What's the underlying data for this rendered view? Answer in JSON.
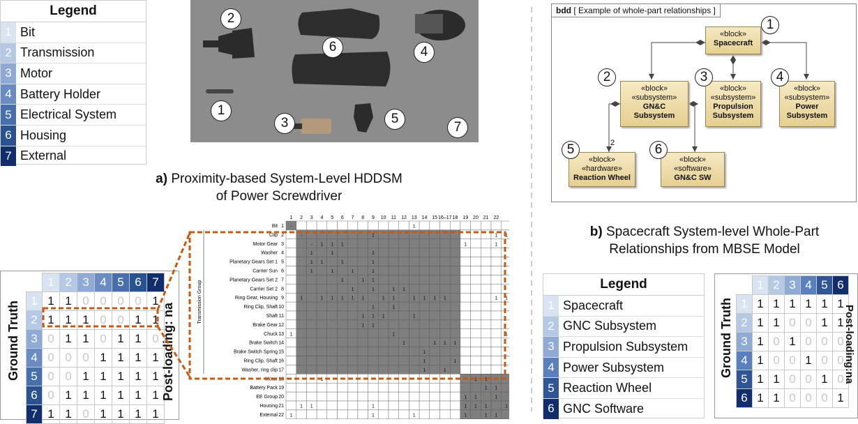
{
  "legend_a": {
    "title": "Legend",
    "items": [
      {
        "num": "1",
        "label": "Bit",
        "color": "#d9e4f3"
      },
      {
        "num": "2",
        "label": "Transmission",
        "color": "#b5c9e6"
      },
      {
        "num": "3",
        "label": "Motor",
        "color": "#8eaad5"
      },
      {
        "num": "4",
        "label": "Battery Holder",
        "color": "#6a8cc2"
      },
      {
        "num": "5",
        "label": "Electrical System",
        "color": "#476fac"
      },
      {
        "num": "6",
        "label": "Housing",
        "color": "#2a5190"
      },
      {
        "num": "7",
        "label": "External",
        "color": "#112d6b"
      }
    ]
  },
  "photo_markers": [
    "1",
    "2",
    "3",
    "4",
    "5",
    "6",
    "7"
  ],
  "caption_a": {
    "prefix": "a)",
    "line1": " Proximity-based System-Level HDDSM",
    "line2": "of Power Screwdriver"
  },
  "caption_b": {
    "prefix": "b)",
    "line1": " Spacecraft System-level Whole-Part",
    "line2": "Relationships from MBSE Model"
  },
  "matrix_a": {
    "left_label": "Ground Truth",
    "right_label": "Post-loading: na",
    "headers": [
      "1",
      "2",
      "3",
      "4",
      "5",
      "6",
      "7"
    ],
    "rows": [
      [
        "1",
        "1",
        "0",
        "0",
        "0",
        "0",
        "1"
      ],
      [
        "1",
        "1",
        "1",
        "0",
        "0",
        "1",
        "1"
      ],
      [
        "0",
        "1",
        "1",
        "0",
        "1",
        "1",
        "0"
      ],
      [
        "0",
        "0",
        "0",
        "1",
        "1",
        "1",
        "1"
      ],
      [
        "0",
        "0",
        "1",
        "1",
        "1",
        "1",
        "1"
      ],
      [
        "0",
        "1",
        "1",
        "1",
        "1",
        "1",
        "1"
      ],
      [
        "1",
        "1",
        "0",
        "1",
        "1",
        "1",
        "1"
      ]
    ]
  },
  "legend_b": {
    "title": "Legend",
    "items": [
      {
        "num": "1",
        "label": "Spacecraft",
        "color": "#d9e4f3"
      },
      {
        "num": "2",
        "label": "GNC Subsystem",
        "color": "#b5c9e6"
      },
      {
        "num": "3",
        "label": "Propulsion Subsystem",
        "color": "#8eaad5"
      },
      {
        "num": "4",
        "label": "Power Subsystem",
        "color": "#5a7fbd"
      },
      {
        "num": "5",
        "label": "Reaction Wheel",
        "color": "#2f5596"
      },
      {
        "num": "6",
        "label": "GNC Software",
        "color": "#112d6b"
      }
    ]
  },
  "matrix_b": {
    "left_label": "Ground Truth",
    "right_label": "Post-loading:na",
    "headers": [
      "1",
      "2",
      "3",
      "4",
      "5",
      "6"
    ],
    "rows": [
      [
        "1",
        "1",
        "1",
        "1",
        "1",
        "1"
      ],
      [
        "1",
        "1",
        "0",
        "0",
        "1",
        "1"
      ],
      [
        "1",
        "0",
        "1",
        "0",
        "0",
        "0"
      ],
      [
        "1",
        "0",
        "0",
        "1",
        "0",
        "0"
      ],
      [
        "1",
        "1",
        "0",
        "0",
        "1",
        "0"
      ],
      [
        "1",
        "1",
        "0",
        "0",
        "0",
        "1"
      ]
    ]
  },
  "bdd": {
    "header_kw": "bdd",
    "header_title": "[ Example of whole-part relationships ]",
    "blocks": [
      {
        "id": "1",
        "stereo": [
          "«block»"
        ],
        "name": [
          "Spacecraft"
        ]
      },
      {
        "id": "2",
        "stereo": [
          "«block»",
          "«subsystem»"
        ],
        "name": [
          "GN&C",
          "Subsystem"
        ]
      },
      {
        "id": "3",
        "stereo": [
          "«block»",
          "«subsystem»"
        ],
        "name": [
          "Propulsion",
          "Subsystem"
        ]
      },
      {
        "id": "4",
        "stereo": [
          "«block»",
          "«subsystem»"
        ],
        "name": [
          "Power",
          "Subsystem"
        ]
      },
      {
        "id": "5",
        "stereo": [
          "«block»",
          "«hardware»"
        ],
        "name": [
          "Reaction Wheel"
        ]
      },
      {
        "id": "6",
        "stereo": [
          "«block»",
          "«software»"
        ],
        "name": [
          "GN&C SW"
        ]
      }
    ],
    "multiplicity": "2"
  },
  "dsm": {
    "group_label": "Transmission Group",
    "col_headers": [
      "1",
      "2",
      "3",
      "4",
      "5",
      "6",
      "7",
      "8",
      "9",
      "10",
      "11",
      "12",
      "13",
      "14",
      "15",
      "16–17",
      "18",
      "19",
      "20",
      "21",
      "22"
    ],
    "rows": [
      {
        "label": "Bit",
        "n": "1"
      },
      {
        "label": "Clip",
        "n": "2"
      },
      {
        "label": "Motor Gear",
        "n": "3"
      },
      {
        "label": "Washer",
        "n": "4"
      },
      {
        "label": "Planetary Gears Set 1",
        "n": "5"
      },
      {
        "label": "Carrier Sun",
        "n": "6"
      },
      {
        "label": "Planetary Gears Set 2",
        "n": "7"
      },
      {
        "label": "Carrier Set 2",
        "n": "8"
      },
      {
        "label": "Ring Gear, Housing",
        "n": "9"
      },
      {
        "label": "Ring Clip, Shaft",
        "n": "10"
      },
      {
        "label": "Shaft",
        "n": "11"
      },
      {
        "label": "Brake Gear",
        "n": "12"
      },
      {
        "label": "Chuck",
        "n": "13"
      },
      {
        "label": "Brake Switch",
        "n": "14"
      },
      {
        "label": "Brake Switch Spring",
        "n": "15"
      },
      {
        "label": "Ring Clip, Shaft",
        "n": "16"
      },
      {
        "label": "Washer, ring clip",
        "n": "17"
      },
      {
        "label": "Motor",
        "n": "18"
      },
      {
        "label": "Battery Pack",
        "n": "19"
      },
      {
        "label": "EE Group",
        "n": "20"
      },
      {
        "label": "Housing",
        "n": "21"
      },
      {
        "label": "External",
        "n": "22"
      }
    ],
    "cells": [
      [
        1,
        13,
        "1"
      ],
      [
        1,
        1,
        "-"
      ],
      [
        2,
        2,
        "-"
      ],
      [
        2,
        9,
        "1"
      ],
      [
        2,
        21,
        "1"
      ],
      [
        2,
        22,
        "1"
      ],
      [
        3,
        3,
        "-"
      ],
      [
        3,
        4,
        "1"
      ],
      [
        3,
        5,
        "1"
      ],
      [
        3,
        6,
        "1"
      ],
      [
        3,
        18,
        "1"
      ],
      [
        3,
        21,
        "1"
      ],
      [
        4,
        3,
        "1"
      ],
      [
        4,
        5,
        "1"
      ],
      [
        4,
        9,
        "1"
      ],
      [
        5,
        3,
        "1"
      ],
      [
        5,
        4,
        "1"
      ],
      [
        5,
        6,
        "1"
      ],
      [
        5,
        9,
        "1"
      ],
      [
        6,
        3,
        "1"
      ],
      [
        6,
        5,
        "1"
      ],
      [
        6,
        7,
        "1"
      ],
      [
        6,
        9,
        "1"
      ],
      [
        7,
        6,
        "1"
      ],
      [
        7,
        8,
        "1"
      ],
      [
        7,
        9,
        "1"
      ],
      [
        8,
        7,
        "1"
      ],
      [
        8,
        9,
        "1"
      ],
      [
        8,
        11,
        "1"
      ],
      [
        8,
        12,
        "1"
      ],
      [
        9,
        2,
        "1"
      ],
      [
        9,
        4,
        "1"
      ],
      [
        9,
        5,
        "1"
      ],
      [
        9,
        6,
        "1"
      ],
      [
        9,
        7,
        "1"
      ],
      [
        9,
        8,
        "1"
      ],
      [
        9,
        10,
        "1"
      ],
      [
        9,
        11,
        "1"
      ],
      [
        9,
        13,
        "1"
      ],
      [
        9,
        14,
        "1"
      ],
      [
        9,
        15,
        "1"
      ],
      [
        9,
        16,
        "1"
      ],
      [
        9,
        21,
        "1"
      ],
      [
        9,
        22,
        "1"
      ],
      [
        10,
        9,
        "1"
      ],
      [
        10,
        11,
        "1"
      ],
      [
        11,
        8,
        "1"
      ],
      [
        11,
        9,
        "1"
      ],
      [
        11,
        10,
        "1"
      ],
      [
        11,
        13,
        "1"
      ],
      [
        12,
        8,
        "1"
      ],
      [
        12,
        9,
        "1"
      ],
      [
        13,
        1,
        "1"
      ],
      [
        13,
        11,
        "1"
      ],
      [
        13,
        22,
        "1"
      ],
      [
        14,
        12,
        "1"
      ],
      [
        14,
        15,
        "1"
      ],
      [
        14,
        16,
        "1"
      ],
      [
        14,
        17,
        "1"
      ],
      [
        15,
        14,
        "1"
      ],
      [
        16,
        14,
        "1"
      ],
      [
        16,
        17,
        "1"
      ],
      [
        17,
        14,
        "1"
      ],
      [
        17,
        16,
        "1"
      ],
      [
        18,
        4,
        "1"
      ],
      [
        18,
        19,
        "1"
      ],
      [
        18,
        20,
        "1"
      ],
      [
        19,
        20,
        "1"
      ],
      [
        19,
        21,
        "1"
      ],
      [
        20,
        18,
        "1"
      ],
      [
        20,
        19,
        "1"
      ],
      [
        20,
        21,
        "1"
      ],
      [
        21,
        2,
        "1"
      ],
      [
        21,
        3,
        "1"
      ],
      [
        21,
        9,
        "1"
      ],
      [
        21,
        18,
        "1"
      ],
      [
        21,
        19,
        "1"
      ],
      [
        21,
        20,
        "1"
      ],
      [
        21,
        22,
        "1"
      ],
      [
        22,
        1,
        "1"
      ],
      [
        22,
        9,
        "1"
      ],
      [
        22,
        13,
        "1"
      ],
      [
        22,
        18,
        "1"
      ],
      [
        22,
        20,
        "1"
      ],
      [
        22,
        21,
        "1"
      ]
    ]
  }
}
